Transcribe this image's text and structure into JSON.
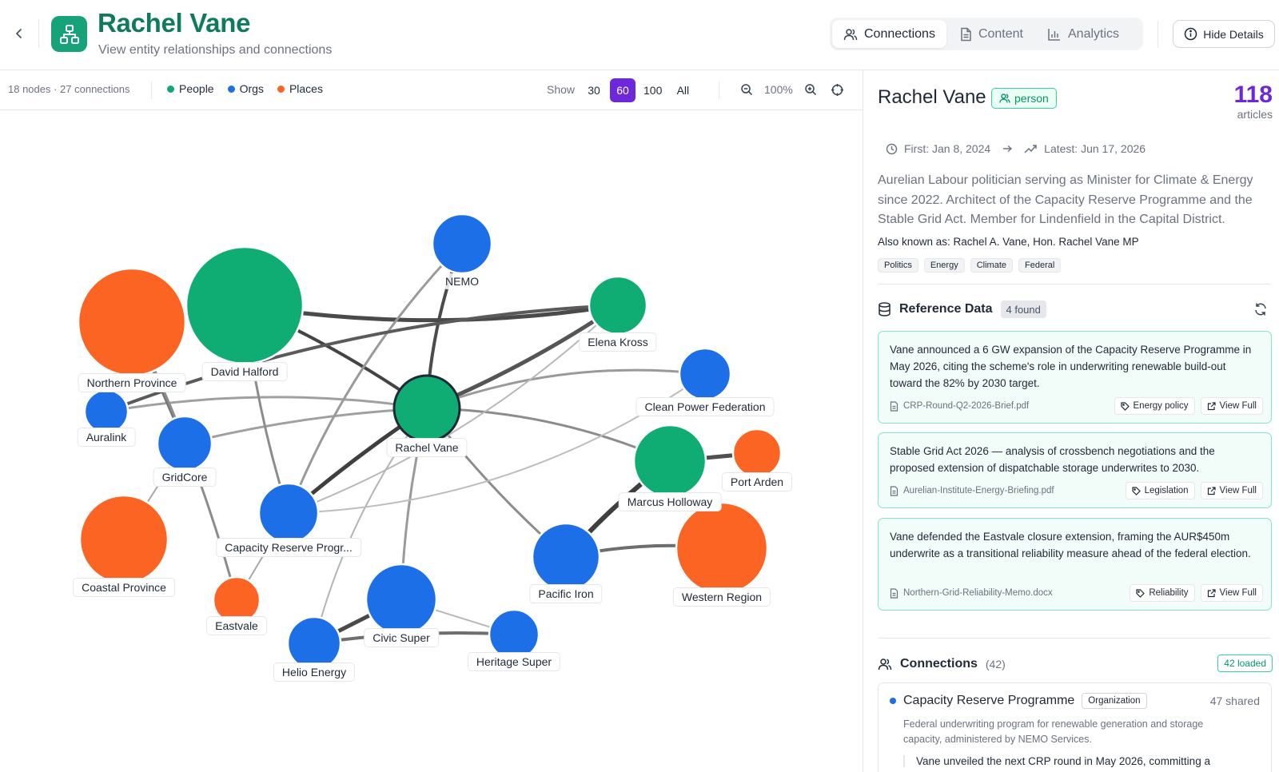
{
  "header": {
    "title": "Rachel Vane",
    "subtitle": "View entity relationships and connections",
    "tabs": [
      {
        "label": "Connections",
        "active": true,
        "icon": "users-icon"
      },
      {
        "label": "Content",
        "active": false,
        "icon": "document-icon"
      },
      {
        "label": "Analytics",
        "active": false,
        "icon": "bar-chart-icon"
      }
    ],
    "hide_details_label": "Hide Details"
  },
  "toolbar": {
    "counts": "18 nodes · 27 connections",
    "legend": [
      {
        "label": "People",
        "color": "#10a96f"
      },
      {
        "label": "Orgs",
        "color": "#1e6fe6"
      },
      {
        "label": "Places",
        "color": "#fa6425"
      }
    ],
    "show_label": "Show",
    "limits": [
      {
        "label": "30",
        "active": false
      },
      {
        "label": "60",
        "active": true
      },
      {
        "label": "100",
        "active": false
      },
      {
        "label": "All",
        "active": false
      }
    ],
    "zoom_level": "100%"
  },
  "colors": {
    "person": "#0fac74",
    "org": "#1d6fe8",
    "place": "#fb6422",
    "accent": "#6d28d9",
    "brand": "#0f7a5c"
  },
  "graph": {
    "nodes": [
      {
        "id": "nemo",
        "label": "NEMO",
        "type": "org"
      },
      {
        "id": "elena",
        "label": "Elena Kross",
        "type": "person"
      },
      {
        "id": "david",
        "label": "David Halford",
        "type": "person"
      },
      {
        "id": "northern",
        "label": "Northern Province",
        "type": "place"
      },
      {
        "id": "auralink",
        "label": "Auralink",
        "type": "org"
      },
      {
        "id": "gridcore",
        "label": "GridCore",
        "type": "org"
      },
      {
        "id": "cpf",
        "label": "Clean Power Federation",
        "type": "org"
      },
      {
        "id": "rachel",
        "label": "Rachel Vane",
        "type": "person"
      },
      {
        "id": "marcus",
        "label": "Marcus Holloway",
        "type": "person"
      },
      {
        "id": "portarden",
        "label": "Port Arden",
        "type": "place"
      },
      {
        "id": "crp",
        "label": "Capacity Reserve Progr...",
        "type": "org"
      },
      {
        "id": "coastal",
        "label": "Coastal Province",
        "type": "place"
      },
      {
        "id": "eastvale",
        "label": "Eastvale",
        "type": "place"
      },
      {
        "id": "pacific",
        "label": "Pacific Iron",
        "type": "org"
      },
      {
        "id": "western",
        "label": "Western Region",
        "type": "place"
      },
      {
        "id": "civic",
        "label": "Civic Super",
        "type": "org"
      },
      {
        "id": "helio",
        "label": "Helio Energy",
        "type": "org"
      },
      {
        "id": "heritage",
        "label": "Heritage Super",
        "type": "org"
      }
    ]
  },
  "entity": {
    "name": "Rachel Vane",
    "type": "person",
    "article_count": "118",
    "article_label": "articles",
    "first": "First: Jan 8, 2024",
    "latest": "Latest: Jun 17, 2026",
    "description": "Aurelian Labour politician serving as Minister for Climate & Energy since 2022. Architect of the Capacity Reserve Programme and the Stable Grid Act. Member for Lindenfield in the Capital District.",
    "aka": "Also known as: Rachel A. Vane, Hon. Rachel Vane MP",
    "tags": [
      "Politics",
      "Energy",
      "Climate",
      "Federal"
    ]
  },
  "reference": {
    "title": "Reference Data",
    "found": "4 found",
    "items": [
      {
        "text": "Vane announced a 6 GW expansion of the Capacity Reserve Programme in May 2026, citing the scheme's role in underwriting renewable build-out toward the 82% by 2030 target.",
        "file": "CRP-Round-Q2-2026-Brief.pdf",
        "tag": "Energy policy",
        "view": "View Full"
      },
      {
        "text": "Stable Grid Act 2026 — analysis of crossbench negotiations and the proposed extension of dispatchable storage underwrites to 2030.",
        "file": "Aurelian-Institute-Energy-Briefing.pdf",
        "tag": "Legislation",
        "view": "View Full"
      },
      {
        "text": "Vane defended the Eastvale closure extension, framing the AUR$450m underwrite as a transitional reliability measure ahead of the federal election.",
        "file": "Northern-Grid-Reliability-Memo.docx",
        "tag": "Reliability",
        "view": "View Full"
      }
    ]
  },
  "connections": {
    "title": "Connections",
    "count": "(42)",
    "loaded": "42 loaded",
    "items": [
      {
        "name": "Capacity Reserve Programme",
        "type": "Organization",
        "shared": "47 shared",
        "description": "Federal underwriting program for renewable generation and storage capacity, administered by NEMO Services.",
        "quote": "Vane unveiled the next CRP round in May 2026, committing a"
      }
    ]
  }
}
